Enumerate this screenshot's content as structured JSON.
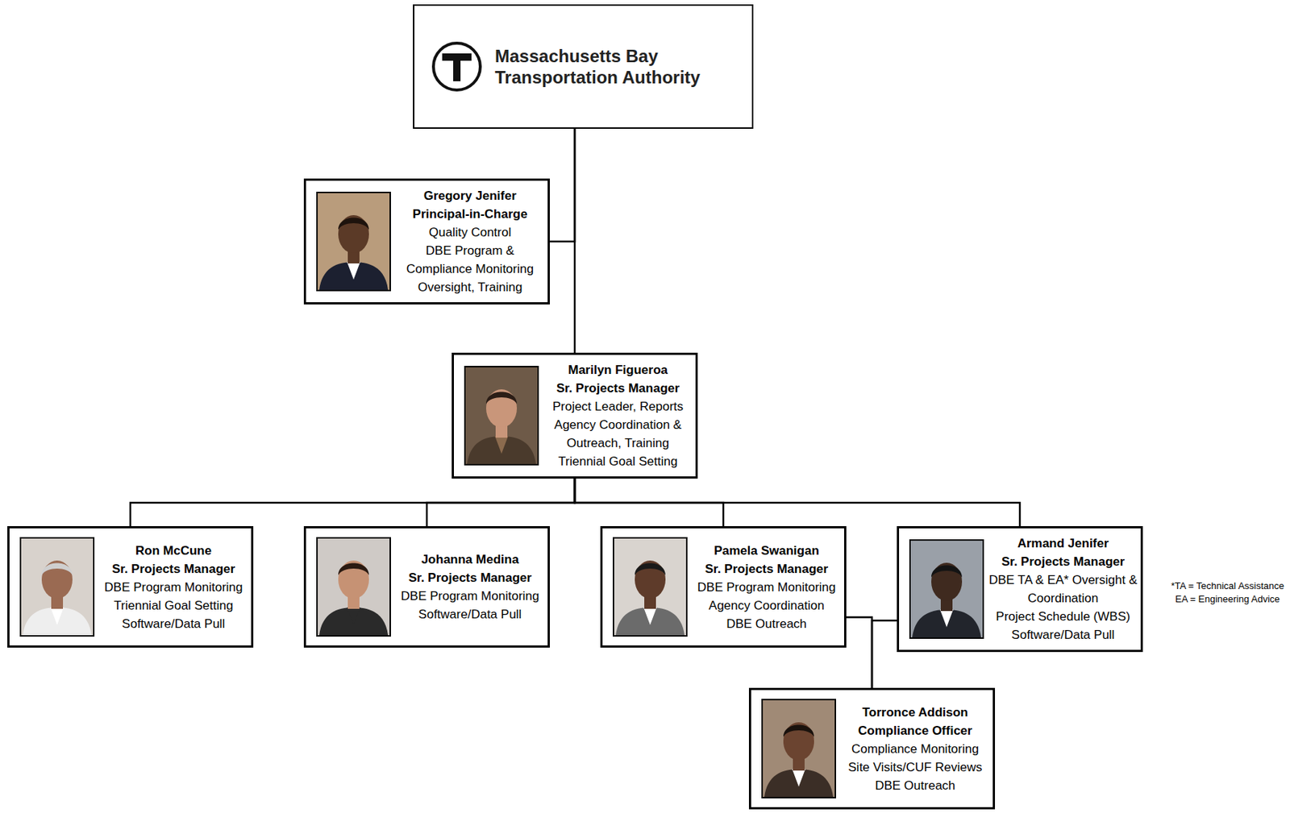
{
  "diagram": {
    "nodes": [
      {
        "text": [
          "Massachusetts Bay Transportation Authority"
        ]
      },
      {
        "text": [
          "Gregory Jenifer",
          "Principal-in-Charge",
          "Quality Control",
          "DBE Program & Compliance Monitoring",
          "Oversight, Training"
        ]
      },
      {
        "text": [
          "Marilyn Figueroa",
          "Sr. Projects Manager",
          "Project Leader, Reports",
          "Agency Coordination & Outreach, Training",
          "Triennial Goal Setting"
        ]
      },
      {
        "text": [
          "Ron McCune",
          "Sr. Projects Manager",
          "DBE Program Monitoring",
          "Triennial Goal Setting",
          "Software/Data Pull"
        ]
      },
      {
        "text": [
          "Johanna Medina",
          "Sr. Projects Manager",
          "DBE Program Monitoring",
          "Software/Data Pull"
        ]
      },
      {
        "text": [
          "Pamela Swanigan",
          "Sr. Projects Manager",
          "DBE Program Monitoring",
          "Agency Coordination",
          "DBE Outreach"
        ]
      },
      {
        "text": [
          "Armand Jenifer",
          "Sr. Projects Manager",
          "DBE TA & EA* Oversight & Coordination",
          "Project Schedule (WBS)",
          "Software/Data Pull"
        ]
      },
      {
        "text": [
          "Torronce Addison",
          "Compliance Officer",
          "Compliance Monitoring",
          "Site Visits/CUF Reviews",
          "DBE Outreach"
        ]
      }
    ],
    "edges": [
      {
        "from": 0,
        "to": 1,
        "arrow": "none"
      },
      {
        "from": 0,
        "to": 2,
        "arrow": "none"
      },
      {
        "from": 2,
        "to": 3,
        "arrow": "none"
      },
      {
        "from": 2,
        "to": 4,
        "arrow": "none"
      },
      {
        "from": 2,
        "to": 5,
        "arrow": "none"
      },
      {
        "from": 2,
        "to": 6,
        "arrow": "none"
      },
      {
        "from": 5,
        "to": 7,
        "arrow": "none"
      },
      {
        "from": 6,
        "to": 7,
        "arrow": "none"
      }
    ],
    "labels": [
      "*TA = Technical Assistance",
      "EA = Engineering Advice"
    ]
  }
}
